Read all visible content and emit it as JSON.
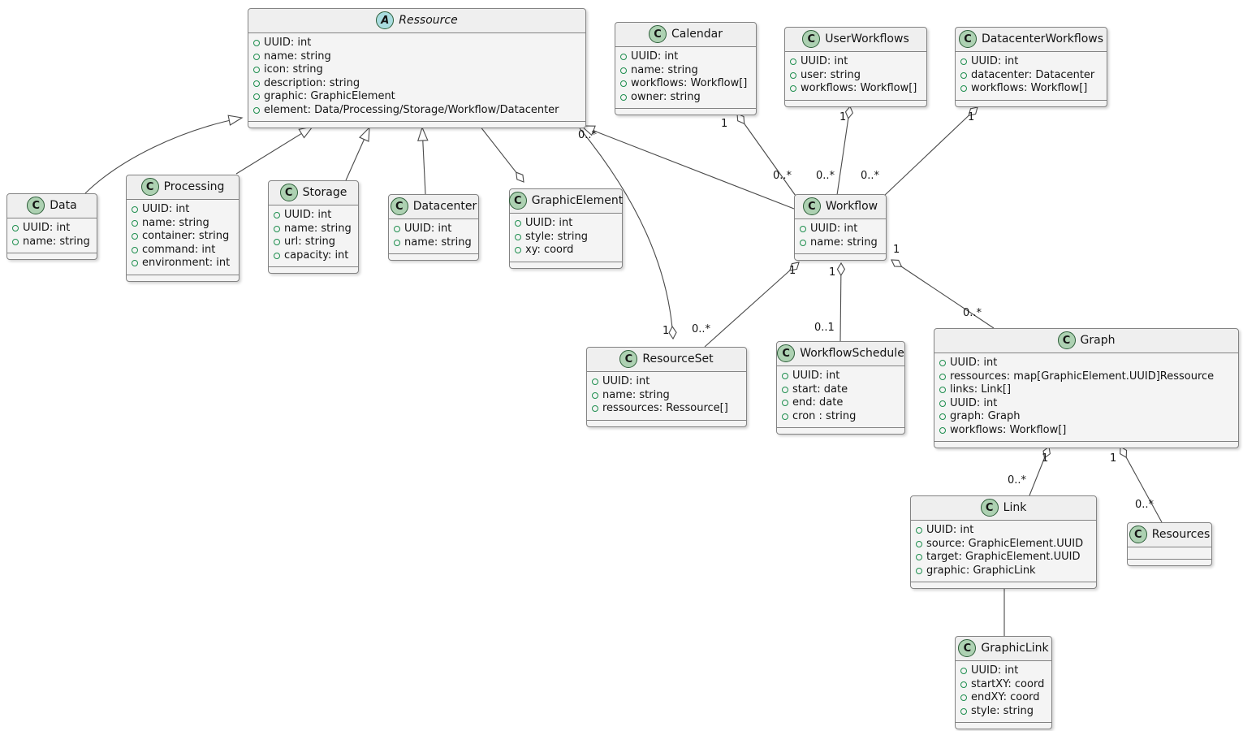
{
  "diagram_type": "uml-class-diagram",
  "colors": {
    "box_fill": "#f4f4f4",
    "box_border": "#838383",
    "class_circle": "#ADD1B2",
    "abstract_circle": "#A9DCDF",
    "field_dot": "#1e8e4e",
    "line": "#4a4a4a"
  },
  "classes": [
    {
      "name": "Ressource",
      "letter": "A",
      "kind": "abstract-class",
      "attrs": [
        "UUID: int",
        "name: string",
        "icon: string",
        "description: string",
        "graphic: GraphicElement",
        "element: Data/Processing/Storage/Workflow/Datacenter"
      ]
    },
    {
      "name": "Calendar",
      "letter": "C",
      "kind": "class",
      "attrs": [
        "UUID: int",
        "name: string",
        "workflows: Workflow[]",
        "owner: string"
      ]
    },
    {
      "name": "UserWorkflows",
      "letter": "C",
      "kind": "class",
      "attrs": [
        "UUID: int",
        "user: string",
        "workflows: Workflow[]"
      ]
    },
    {
      "name": "DatacenterWorkflows",
      "letter": "C",
      "kind": "class",
      "attrs": [
        "UUID: int",
        "datacenter: Datacenter",
        "workflows: Workflow[]"
      ]
    },
    {
      "name": "Data",
      "letter": "C",
      "kind": "class",
      "attrs": [
        "UUID: int",
        "name: string"
      ]
    },
    {
      "name": "Processing",
      "letter": "C",
      "kind": "class",
      "attrs": [
        "UUID: int",
        "name: string",
        "container: string",
        "command: int",
        "environment: int"
      ]
    },
    {
      "name": "Storage",
      "letter": "C",
      "kind": "class",
      "attrs": [
        "UUID: int",
        "name: string",
        "url: string",
        "capacity: int"
      ]
    },
    {
      "name": "Datacenter",
      "letter": "C",
      "kind": "class",
      "attrs": [
        "UUID: int",
        "name: string"
      ]
    },
    {
      "name": "GraphicElement",
      "letter": "C",
      "kind": "class",
      "attrs": [
        "UUID: int",
        "style: string",
        "xy: coord"
      ]
    },
    {
      "name": "Workflow",
      "letter": "C",
      "kind": "class",
      "attrs": [
        "UUID: int",
        "name: string"
      ]
    },
    {
      "name": "ResourceSet",
      "letter": "C",
      "kind": "class",
      "attrs": [
        "UUID: int",
        "name: string",
        "ressources: Ressource[]"
      ]
    },
    {
      "name": "WorkflowSchedule",
      "letter": "C",
      "kind": "class",
      "attrs": [
        "UUID: int",
        "start: date",
        "end: date",
        "cron : string"
      ]
    },
    {
      "name": "Graph",
      "letter": "C",
      "kind": "class",
      "attrs": [
        "UUID: int",
        "ressources: map[GraphicElement.UUID]Ressource",
        "links: Link[]",
        "UUID: int",
        "graph: Graph",
        "workflows: Workflow[]"
      ]
    },
    {
      "name": "Link",
      "letter": "C",
      "kind": "class",
      "attrs": [
        "UUID: int",
        "source: GraphicElement.UUID",
        "target: GraphicElement.UUID",
        "graphic: GraphicLink"
      ]
    },
    {
      "name": "Resources",
      "letter": "C",
      "kind": "class",
      "attrs": []
    },
    {
      "name": "GraphicLink",
      "letter": "C",
      "kind": "class",
      "attrs": [
        "UUID: int",
        "startXY: coord",
        "endXY: coord",
        "style: string"
      ]
    }
  ],
  "relations": [
    "Data --|> Ressource",
    "Processing --|> Ressource",
    "Storage --|> Ressource",
    "Datacenter --|> Ressource",
    "Workflow --|> Ressource",
    "Ressource o-- GraphicElement",
    "Calendar 1 o-- 0..* Workflow",
    "UserWorkflows 1 o-- 0..* Workflow",
    "DatacenterWorkflows 1 o-- 0..* Workflow",
    "Workflow 1 o-- 0..* ResourceSet",
    "ResourceSet 1 o-- 0..* Ressource",
    "Workflow 1 o-- 0..1 WorkflowSchedule",
    "Workflow 1 o-- 0..* Graph",
    "Graph 1 o-- 0..* Link",
    "Graph 1 o-- 0..* Resources",
    "Link -- GraphicLink"
  ],
  "labels": [
    {
      "text": "1"
    },
    {
      "text": "0..*"
    },
    {
      "text": "1"
    },
    {
      "text": "0..*"
    },
    {
      "text": "1"
    },
    {
      "text": "0..*"
    },
    {
      "text": "0..*"
    },
    {
      "text": "1"
    },
    {
      "text": "0..*"
    },
    {
      "text": "1"
    },
    {
      "text": "1"
    },
    {
      "text": "0..1"
    },
    {
      "text": "1"
    },
    {
      "text": "0..*"
    },
    {
      "text": "1"
    },
    {
      "text": "0..*"
    },
    {
      "text": "1"
    },
    {
      "text": "0..*"
    }
  ]
}
